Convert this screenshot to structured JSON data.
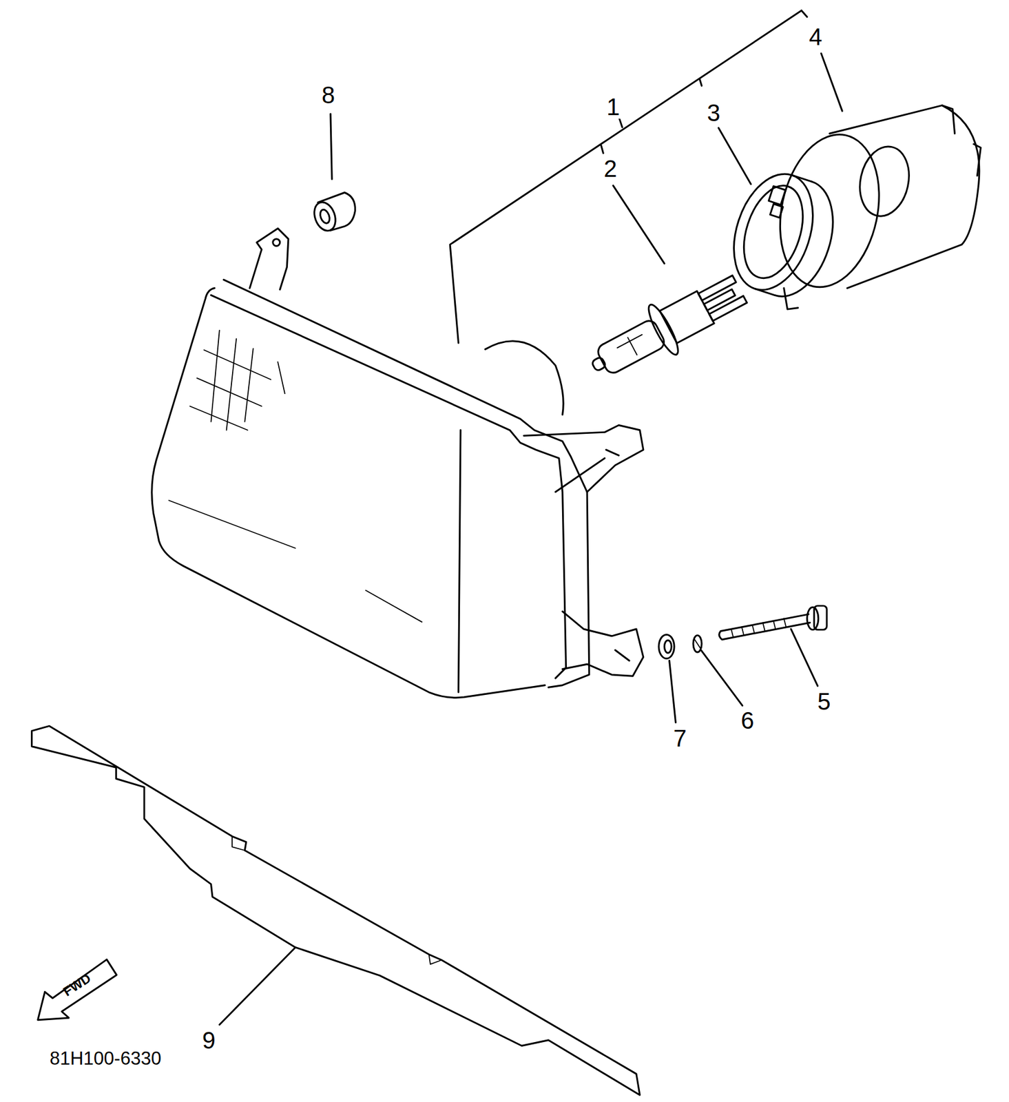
{
  "diagram": {
    "nodes": [
      {
        "text": [
          "FWD"
        ]
      }
    ],
    "labels": [
      "8",
      "1",
      "2",
      "3",
      "4",
      "5",
      "6",
      "7",
      "9",
      "81H100-6330"
    ]
  }
}
